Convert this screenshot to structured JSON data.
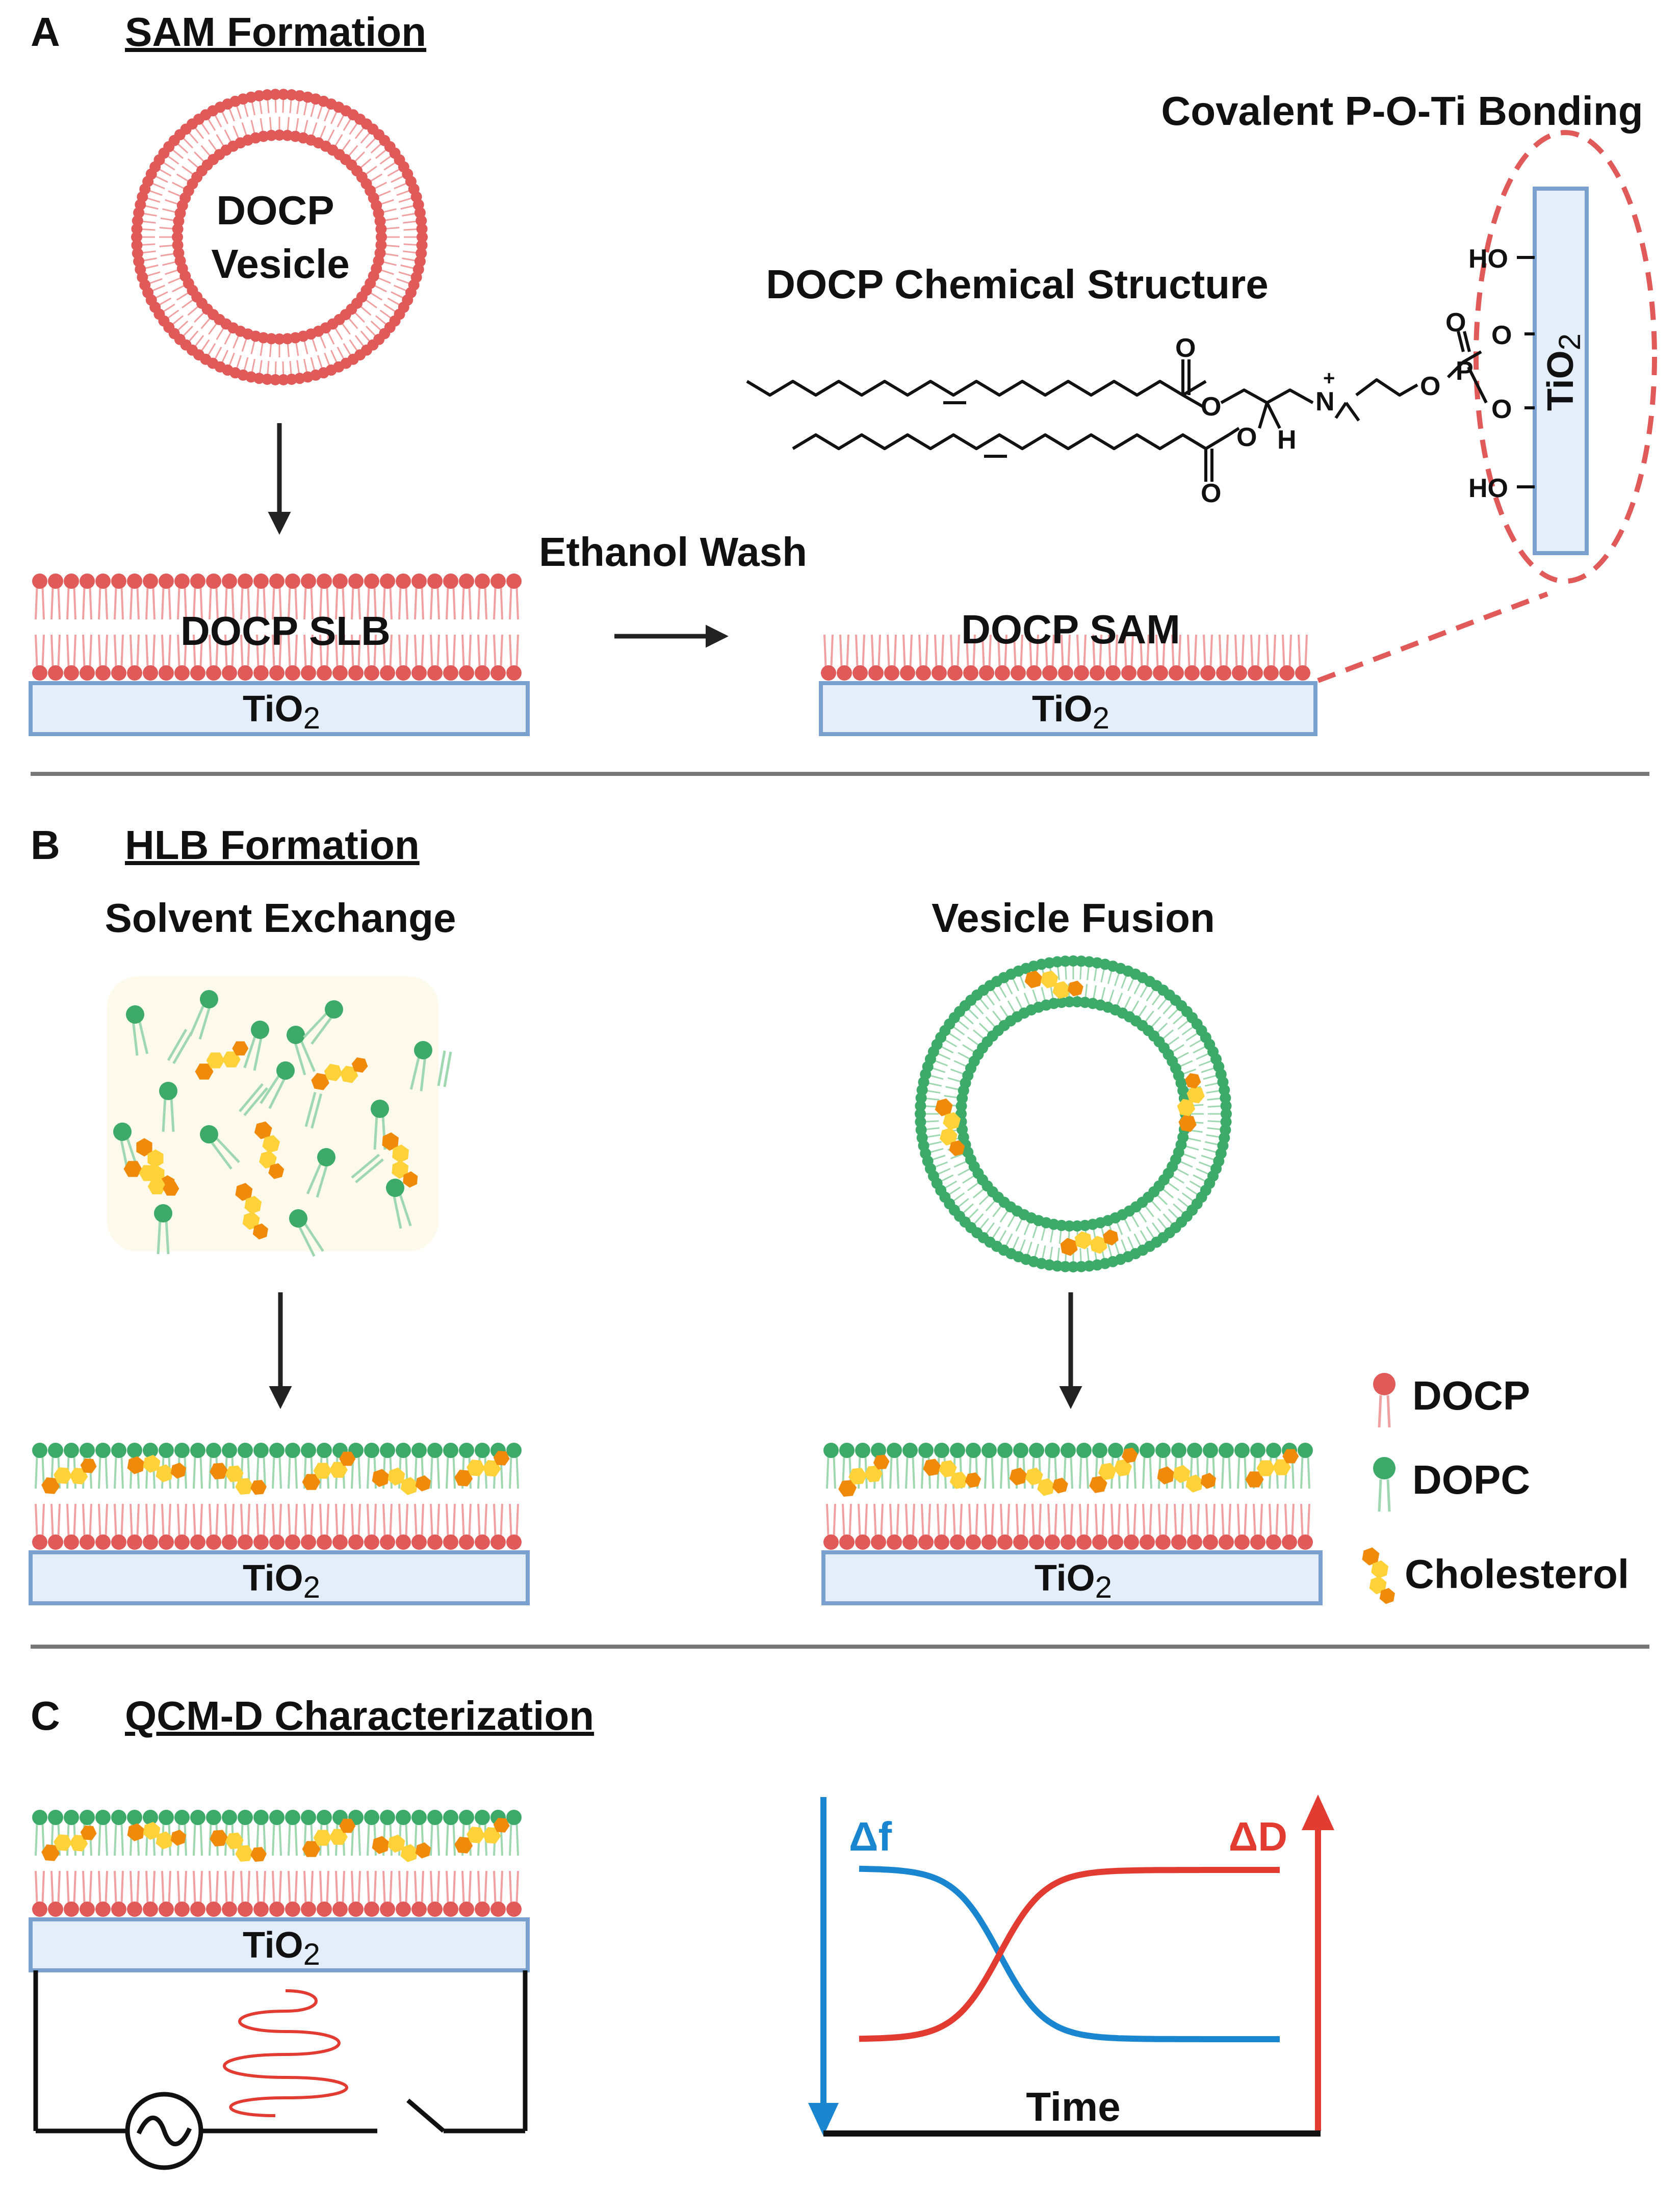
{
  "panel_a": {
    "letter": "A",
    "title": "SAM Formation",
    "vesicle_label_line1": "DOCP",
    "vesicle_label_line2": "Vesicle",
    "slb_label": "DOCP SLB",
    "wash_label": "Ethanol Wash",
    "sam_label": "DOCP SAM",
    "substrate_label": "TiO",
    "substrate_subscript": "2",
    "structure_title": "DOCP Chemical Structure",
    "bonding_title": "Covalent P-O-Ti Bonding",
    "chem_labels": {
      "o_carbonyl1": "O",
      "o_ester1": "O",
      "o_carbonyl2": "O",
      "o_ester2": "O",
      "h": "H",
      "n": "N",
      "n_charge": "+",
      "o_link": "O",
      "p": "P",
      "o_p_double": "O",
      "o_ti1": "O",
      "o_ti2": "O",
      "ho1": "HO",
      "ho2": "HO"
    }
  },
  "panel_b": {
    "letter": "B",
    "title": "HLB Formation",
    "left_method": "Solvent Exchange",
    "right_method": "Vesicle Fusion",
    "legend": [
      {
        "label": "DOCP",
        "color": "#e05a5a"
      },
      {
        "label": "DOPC",
        "color": "#3daa6a"
      },
      {
        "label": "Cholesterol",
        "color": "#f4a81d"
      }
    ]
  },
  "panel_c": {
    "letter": "C",
    "title": "QCM-D Characterization",
    "df_label": "Δf",
    "dd_label": "ΔD",
    "time_label": "Time",
    "df_color": "#1a86d0",
    "dd_color": "#e23b32"
  },
  "colors": {
    "docp": "#e05a5a",
    "docp_tail": "#f0a0a0",
    "dopc": "#3daa6a",
    "dopc_tail": "#9fd8b0",
    "chol_dark": "#f08a0a",
    "chol_light": "#ffd23a",
    "substrate_fill": "#e4eefb",
    "substrate_stroke": "#7aa0d0",
    "divider": "#777777"
  }
}
